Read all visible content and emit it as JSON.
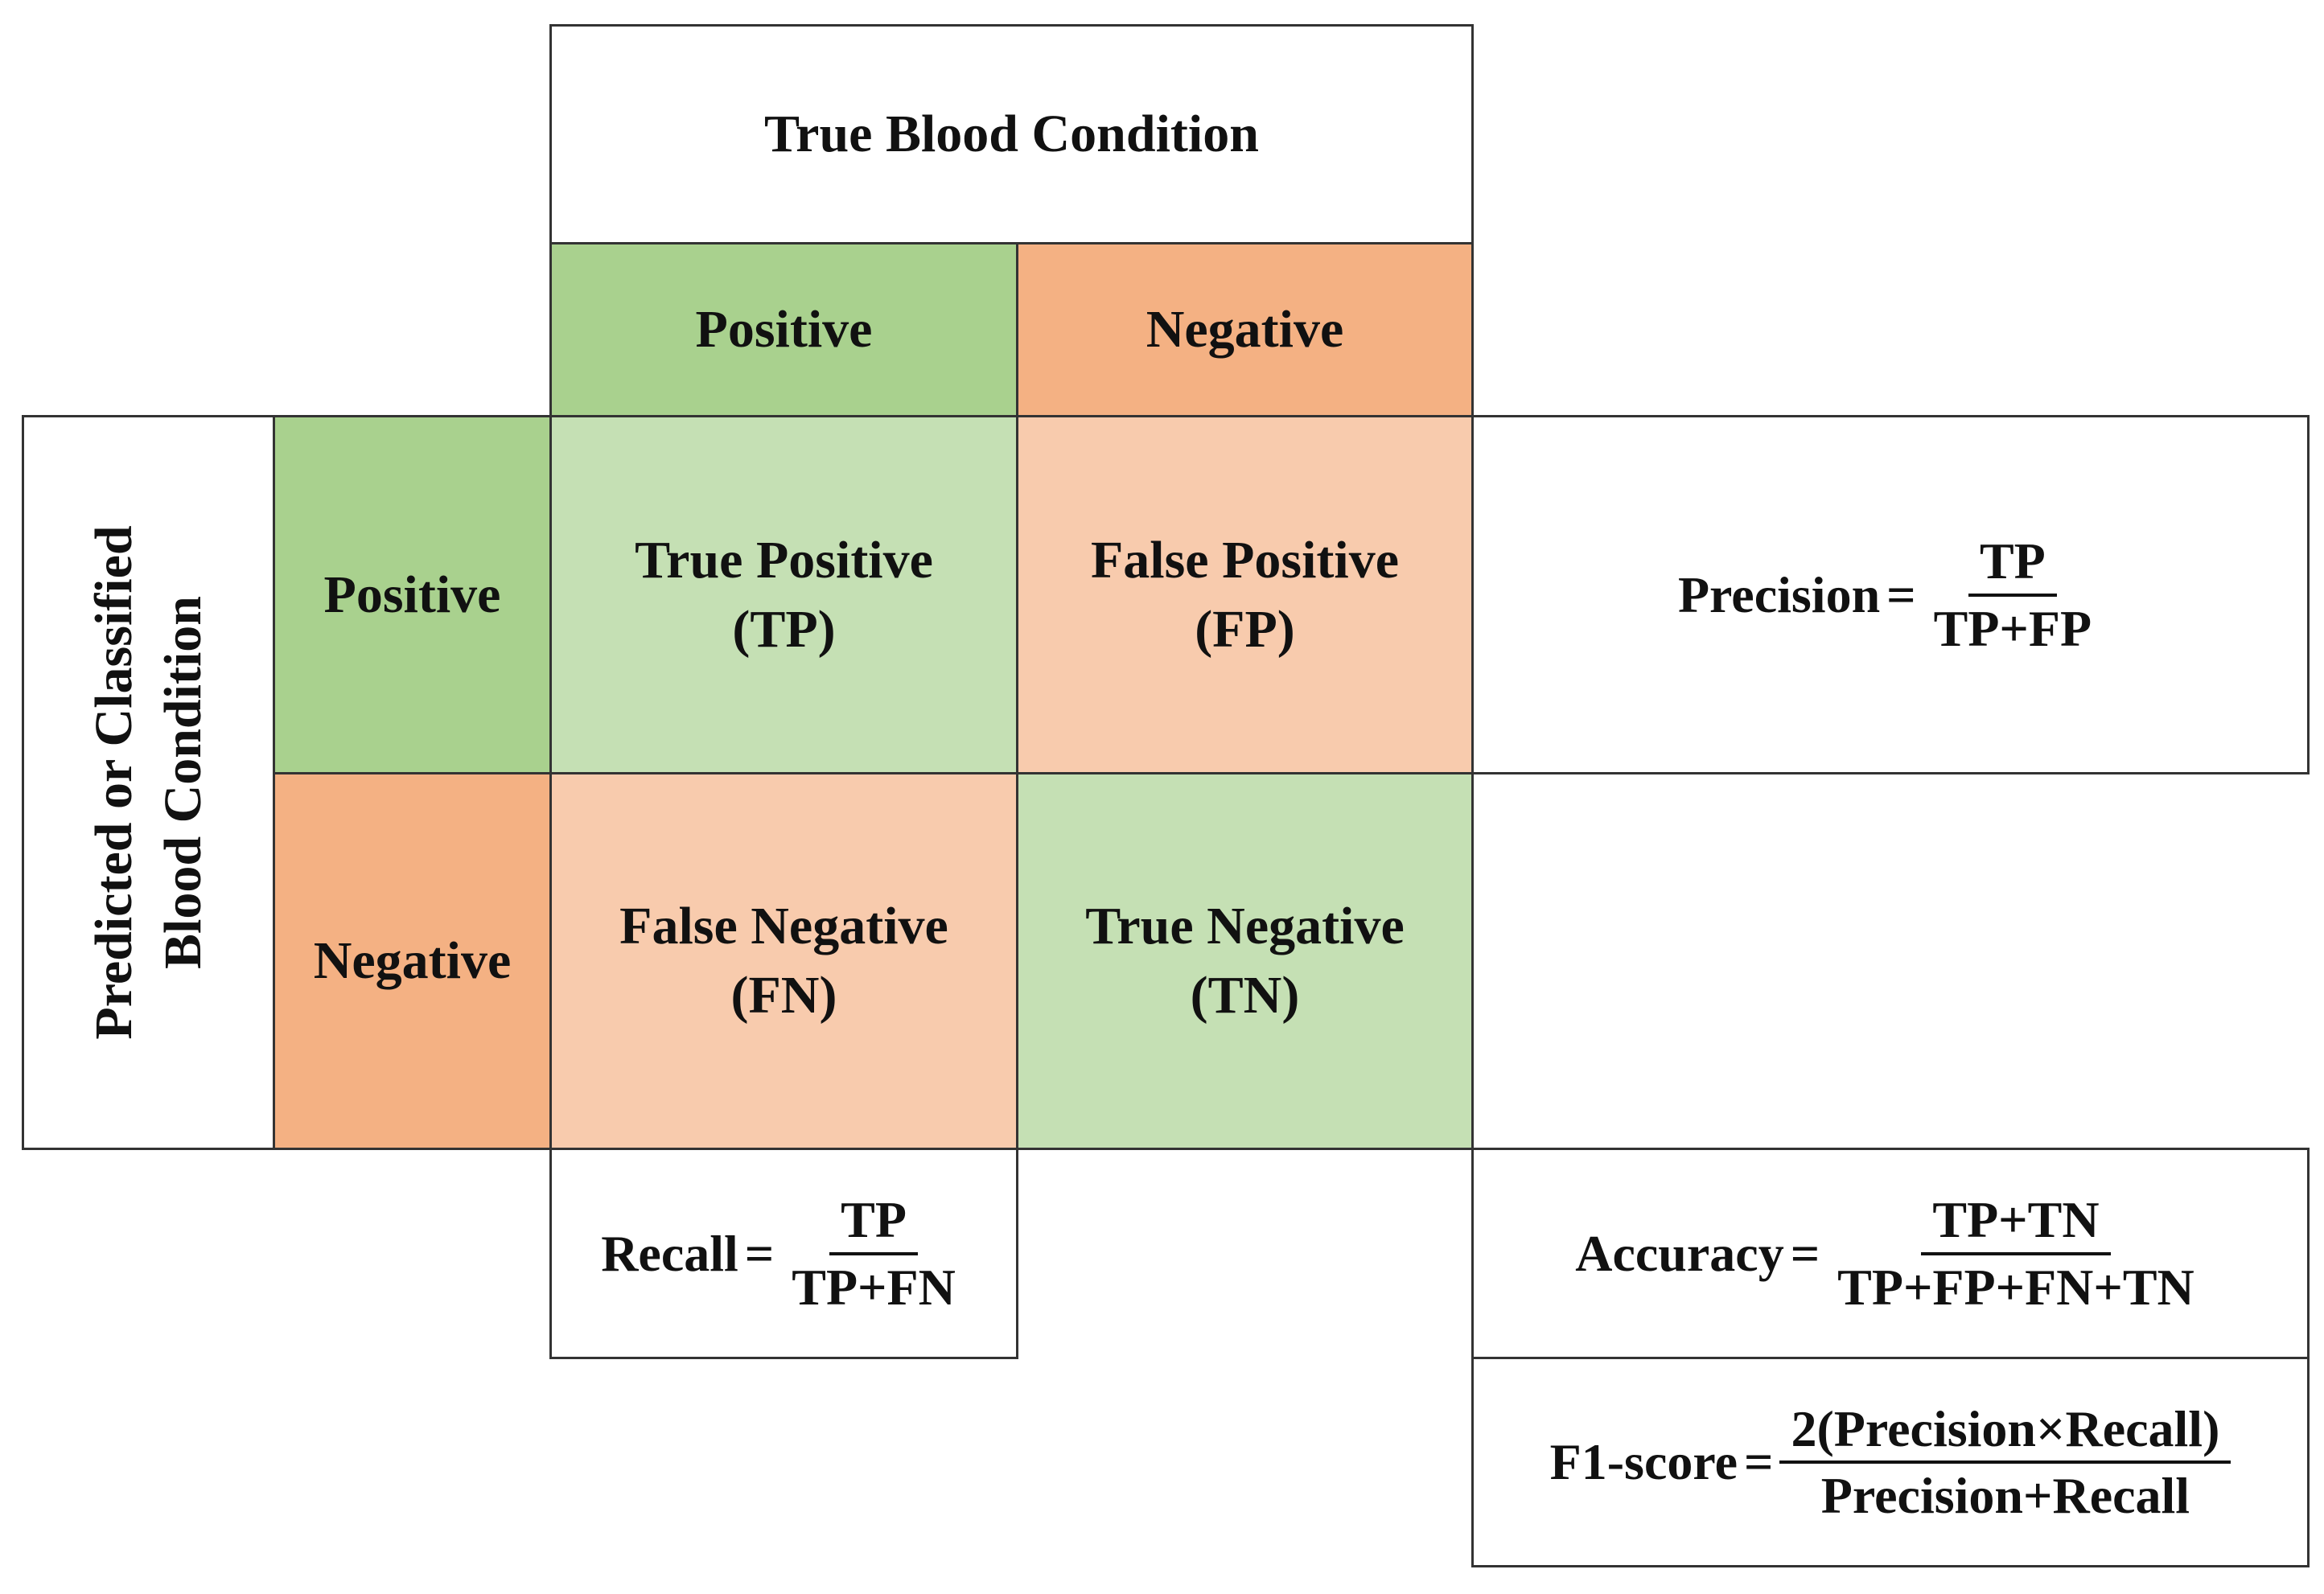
{
  "title": "True Blood Condition",
  "column_headers": {
    "positive": "Positive",
    "negative": "Negative"
  },
  "row_axis_label": {
    "line1": "Predicted or Classified",
    "line2": "Blood Condition"
  },
  "row_headers": {
    "positive": "Positive",
    "negative": "Negative"
  },
  "cells": {
    "tp": {
      "name": "True Positive",
      "abbr": "(TP)"
    },
    "fp": {
      "name": "False Positive",
      "abbr": "(FP)"
    },
    "fn": {
      "name": "False Negative",
      "abbr": "(FN)"
    },
    "tn": {
      "name": "True Negative",
      "abbr": "(TN)"
    }
  },
  "formulas": {
    "precision": {
      "label": "Precision",
      "equals": "=",
      "numerator": "TP",
      "denominator": "TP+FP"
    },
    "recall": {
      "label": "Recall",
      "equals": "=",
      "numerator": "TP",
      "denominator": "TP+FN"
    },
    "accuracy": {
      "label": "Accuracy",
      "equals": "=",
      "numerator": "TP+TN",
      "denominator": "TP+FP+FN+TN"
    },
    "f1": {
      "label": "F1-score",
      "equals": "=",
      "numerator": "2(Precision×Recall)",
      "denominator": "Precision+Recall"
    }
  },
  "colors": {
    "positive_header": "#a9d18e",
    "negative_header": "#f4b183",
    "true_cell": "#c5e0b4",
    "false_cell": "#f8cbad",
    "border": "#333333"
  }
}
